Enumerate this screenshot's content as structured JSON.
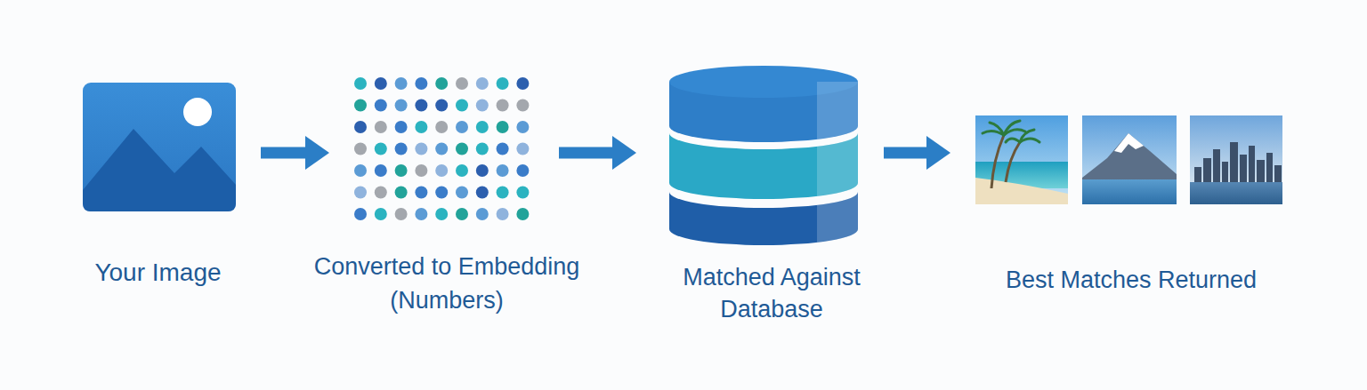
{
  "diagram": {
    "nodes": [
      {
        "text": [
          "Your Image"
        ]
      },
      {
        "text": [
          "Converted to Embedding (Numbers)"
        ]
      },
      {
        "text": [
          "Matched Against Database"
        ]
      },
      {
        "text": [
          "Best Matches Returned"
        ]
      }
    ],
    "edges": [
      {
        "from": 0,
        "to": 1,
        "arrow": "to"
      },
      {
        "from": 1,
        "to": 2,
        "arrow": "to"
      },
      {
        "from": 2,
        "to": 3,
        "arrow": "to"
      }
    ]
  }
}
